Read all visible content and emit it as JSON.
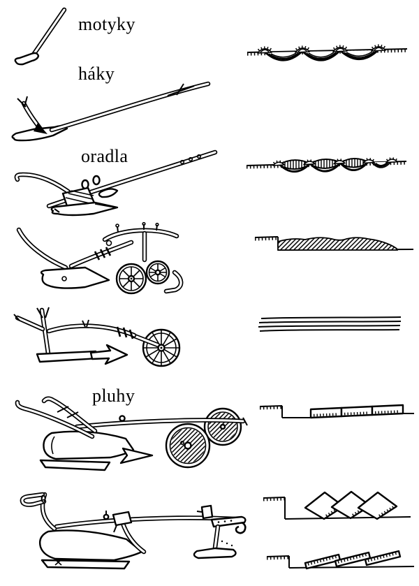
{
  "figure": {
    "background": "#ffffff",
    "ink": "#000000",
    "labels": {
      "motyky": "motyky",
      "haky": "háky",
      "oradla": "oradla",
      "pluhy": "pluhy"
    },
    "tool_icons": [
      "hoe-icon",
      "hook-ard-icon",
      "bow-ard-icon",
      "two-wheeled-ard-icon",
      "one-wheeled-ard-icon",
      "wheeled-plough-icon",
      "swing-plough-icon"
    ],
    "soil_profile_icons": [
      "shallow-wavy-hoe-marks-icon",
      "hatched-ard-furrow-scoops-icon",
      "continuous-hatched-tilled-band-icon",
      "flat-parallel-layers-icon",
      "rectangular-furrow-slices-icon",
      "tilted-square-furrow-slices-icon",
      "overlapping-inverted-slabs-icon"
    ]
  }
}
